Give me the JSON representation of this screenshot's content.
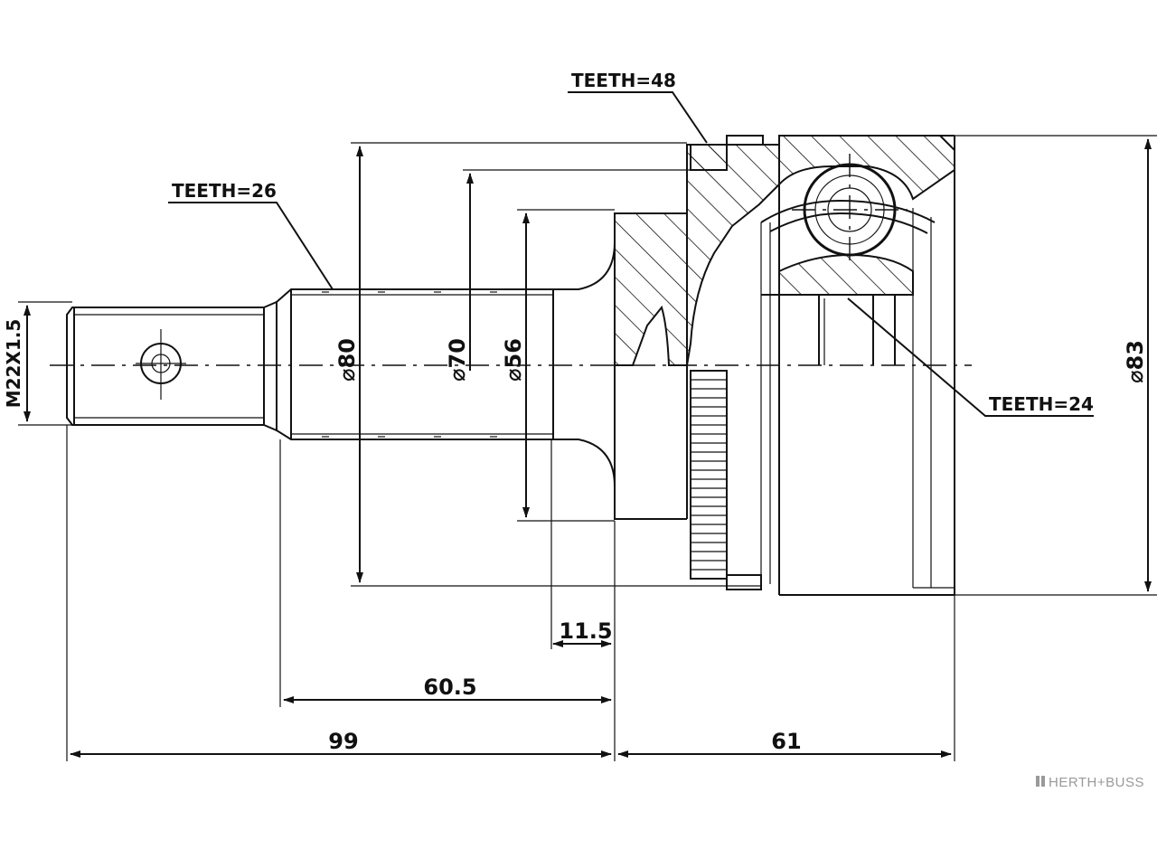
{
  "callouts": {
    "teeth_48": "TEETH=48",
    "teeth_26": "TEETH=26",
    "teeth_24": "TEETH=24"
  },
  "dimensions": {
    "thread": "M22X1.5",
    "dia_80": "⌀80",
    "dia_70": "⌀70",
    "dia_56": "⌀56",
    "dia_83": "⌀83",
    "len_11_5": "11.5",
    "len_60_5": "60.5",
    "len_99": "99",
    "len_61": "61"
  },
  "brand": {
    "logo_text": "HERTH+BUSS"
  }
}
